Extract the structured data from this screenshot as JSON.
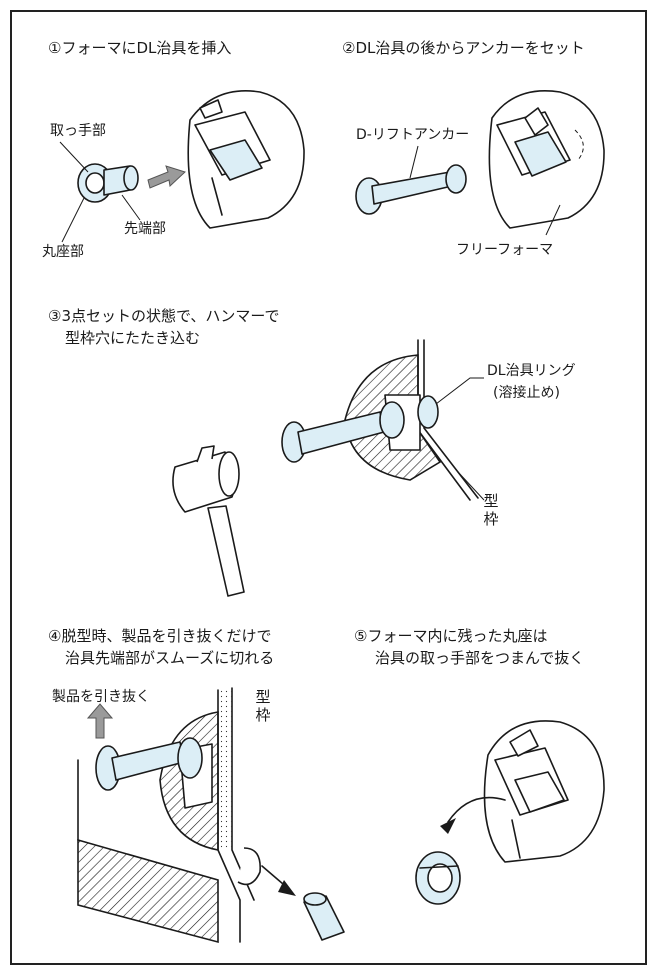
{
  "steps": {
    "s1": "①フォーマにDL治具を挿入",
    "s2": "②DL治具の後からアンカーをセット",
    "s3_line1": "③3点セットの状態で、ハンマーで",
    "s3_line2": "型枠穴にたたき込む",
    "s4_line1": "④脱型時、製品を引き抜くだけで",
    "s4_line2": "治具先端部がスムーズに切れる",
    "s5_line1": "⑤フォーマ内に残った丸座は",
    "s5_line2": "治具の取っ手部をつまんで抜く"
  },
  "labels": {
    "handle": "取っ手部",
    "tip": "先端部",
    "round_seat": "丸座部",
    "d_lift_anchor": "D-リフトアンカー",
    "free_former": "フリーフォーマ",
    "dl_ring_line1": "DL治具リング",
    "dl_ring_line2": "(溶接止め)",
    "formwork_a": "型",
    "formwork_b": "枠",
    "pull_out": "製品を引き抜く"
  },
  "colors": {
    "part_fill": "#dceef6",
    "line": "#1a1a1a",
    "arrow_fill": "#9a9a9a"
  }
}
